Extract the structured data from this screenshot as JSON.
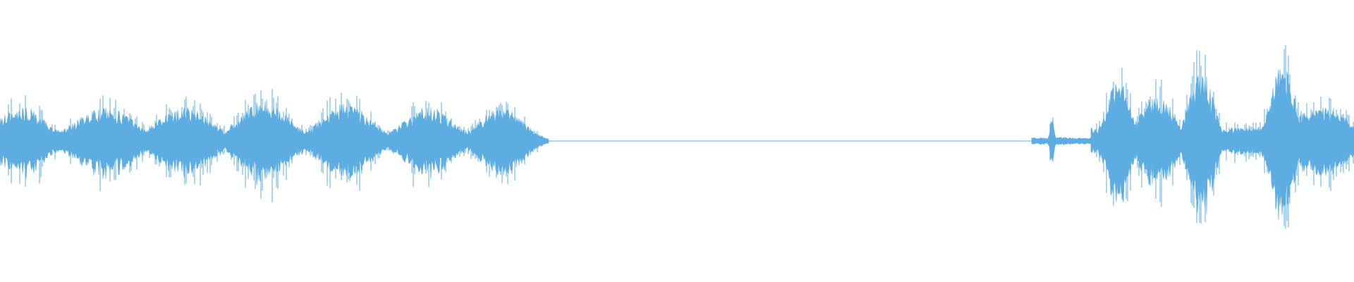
{
  "chart_data": {
    "type": "area",
    "title": "",
    "xlabel": "",
    "ylabel": "",
    "xlim": [
      0,
      1
    ],
    "ylim": [
      -1,
      1
    ],
    "grid": false,
    "legend": "none",
    "color": "#5dade2",
    "series": [
      {
        "segments": [
          {
            "start": 0.0,
            "end": 0.405,
            "bursts": [
              {
                "center": 0.016,
                "amplitude": 0.3,
                "width": 0.025
              },
              {
                "center": 0.078,
                "amplitude": 0.3,
                "width": 0.03
              },
              {
                "center": 0.136,
                "amplitude": 0.3,
                "width": 0.028
              },
              {
                "center": 0.195,
                "amplitude": 0.36,
                "width": 0.025
              },
              {
                "center": 0.255,
                "amplitude": 0.34,
                "width": 0.025
              },
              {
                "center": 0.316,
                "amplitude": 0.3,
                "width": 0.025
              },
              {
                "center": 0.37,
                "amplitude": 0.3,
                "width": 0.022
              }
            ],
            "floor": 0.02
          },
          {
            "start": 0.405,
            "end": 0.762,
            "silent": true
          },
          {
            "start": 0.762,
            "end": 0.806,
            "bursts": [
              {
                "center": 0.782,
                "amplitude": 0.04,
                "width": 0.012
              },
              {
                "center": 0.777,
                "amplitude": 0.22,
                "width": 0.002
              }
            ],
            "floor": 0.03
          },
          {
            "start": 0.806,
            "end": 1.0,
            "bursts": [
              {
                "center": 0.826,
                "amplitude": 0.55,
                "width": 0.012
              },
              {
                "center": 0.855,
                "amplitude": 0.4,
                "width": 0.018
              },
              {
                "center": 0.887,
                "amplitude": 0.65,
                "width": 0.012
              },
              {
                "center": 0.947,
                "amplitude": 0.68,
                "width": 0.012
              },
              {
                "center": 0.975,
                "amplitude": 0.3,
                "width": 0.03
              }
            ],
            "floor": 0.12
          }
        ]
      }
    ]
  }
}
